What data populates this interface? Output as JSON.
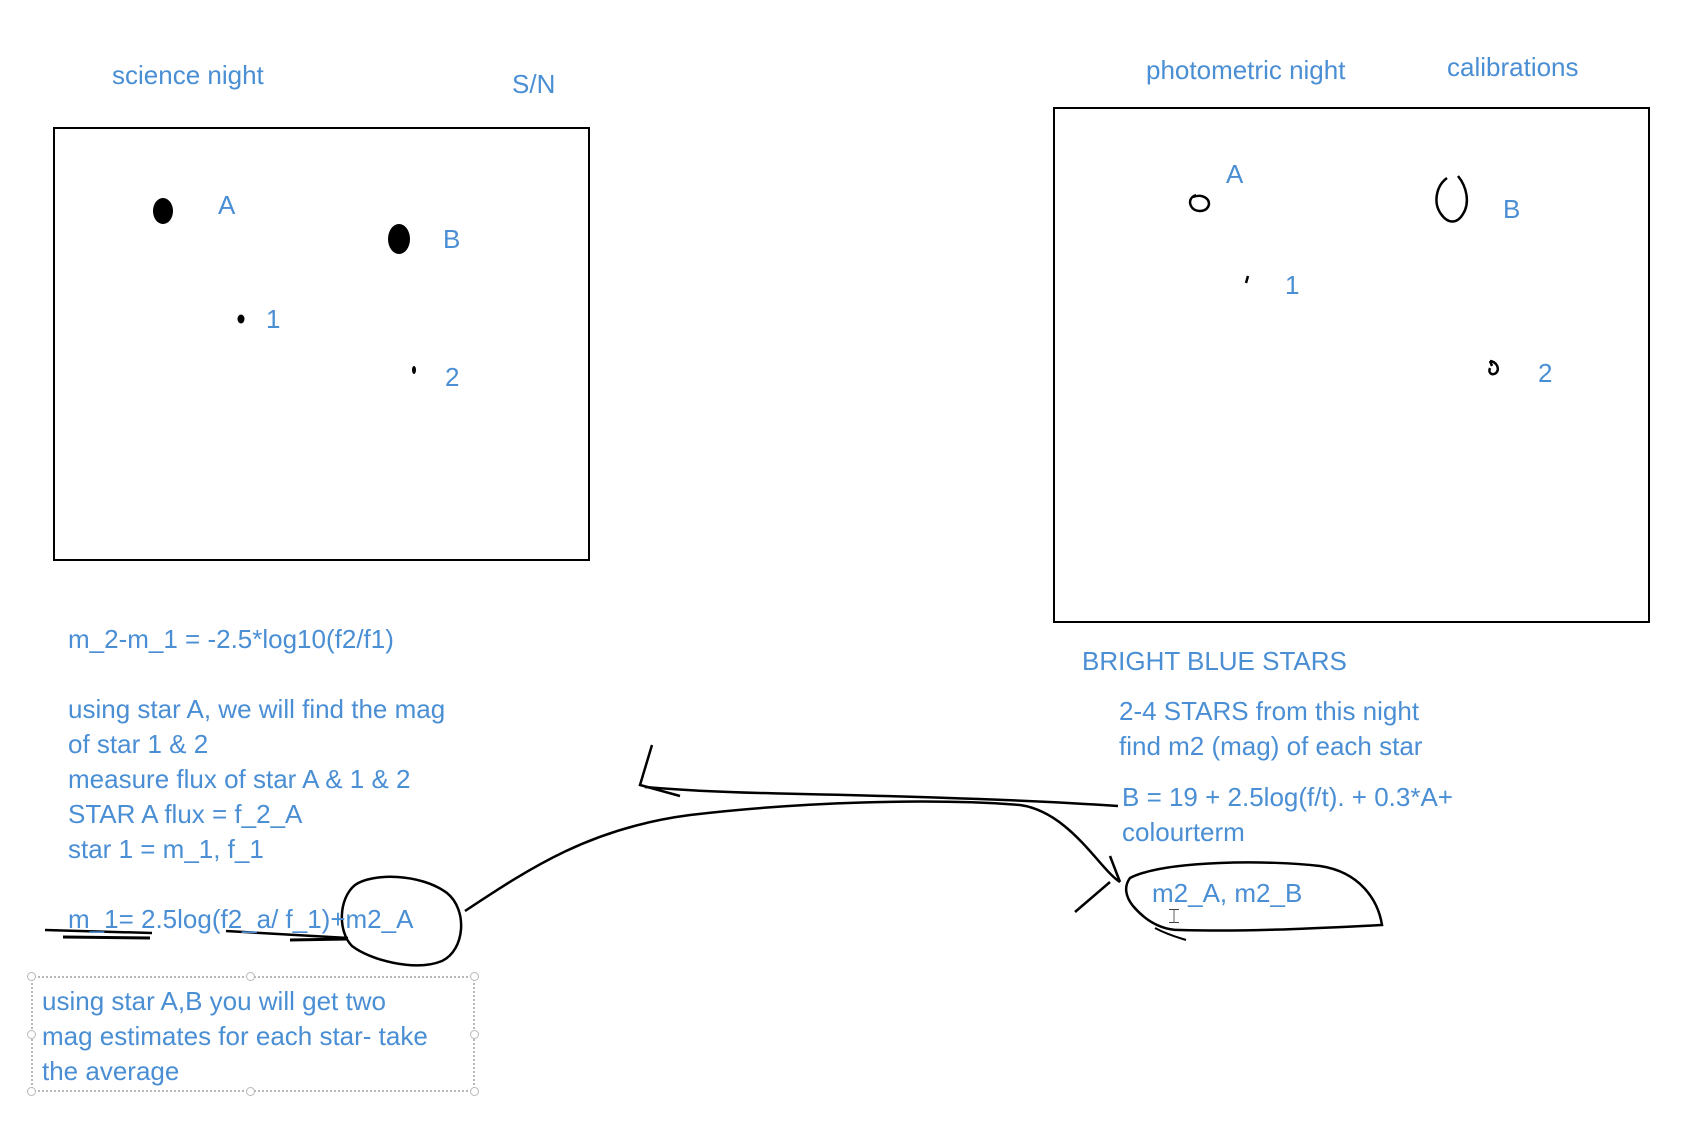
{
  "science_panel": {
    "title": "science night",
    "sn_label": "S/N",
    "stars": [
      {
        "label": "A"
      },
      {
        "label": "B"
      },
      {
        "label": "1"
      },
      {
        "label": "2"
      }
    ]
  },
  "photometric_panel": {
    "title": "photometric night",
    "calib_label": "calibrations",
    "stars": [
      {
        "label": "A"
      },
      {
        "label": "B"
      },
      {
        "label": "1"
      },
      {
        "label": "2"
      }
    ]
  },
  "left_notes": {
    "equation": "m_2-m_1 = -2.5*log10(f2/f1)",
    "lines": [
      "using star A, we will find the mag",
      "of star 1 & 2",
      "measure flux of star A & 1 & 2",
      "STAR A flux = f_2_A",
      "star 1 = m_1, f_1"
    ],
    "formula": "m_1= 2.5log(f2_a/ f_1)+m2_A"
  },
  "text_box": {
    "lines": [
      "using star A,B you will get two",
      "mag estimates for each star- take",
      "the average"
    ]
  },
  "right_notes": {
    "heading": "BRIGHT BLUE STARS",
    "lines": [
      "2-4 STARS from this night",
      "find m2 (mag) of each star"
    ],
    "calib_eq_line1": "B = 19 + 2.5log(f/t). + 0.3*A+",
    "calib_eq_line2": "colourterm",
    "result": "m2_A, m2_B"
  },
  "colors": {
    "ink": "#000000",
    "text_blue": "#4a8ed4",
    "selection_border": "#b8b8b8"
  }
}
